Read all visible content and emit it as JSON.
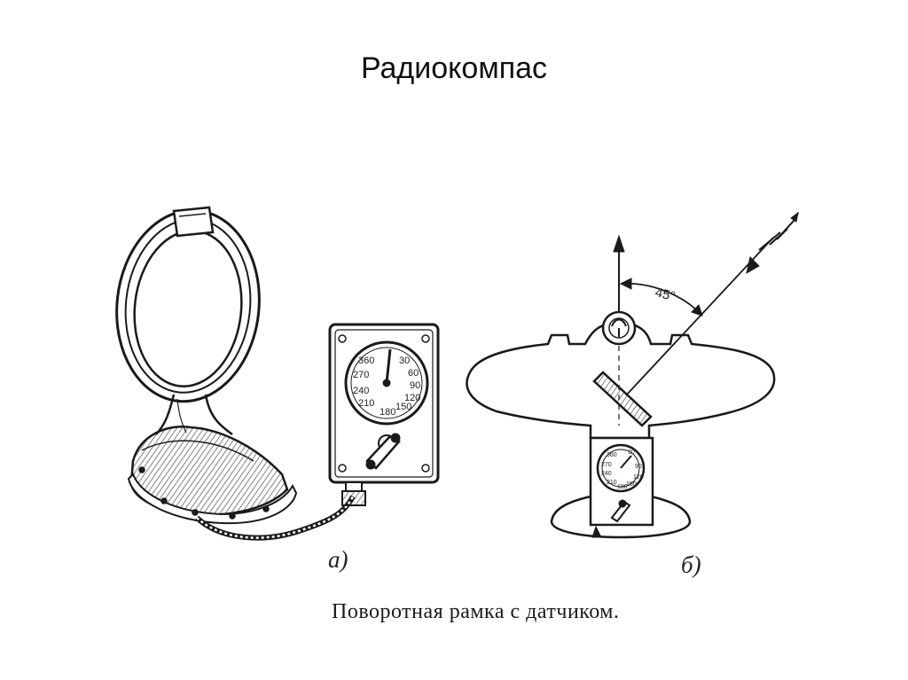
{
  "slide": {
    "title": "Радиокомпас"
  },
  "figure": {
    "caption": "Поворотная рамка с датчиком.",
    "label_a": "а)",
    "label_b": "б)",
    "angle_label": "45°",
    "dial_scale": [
      "360",
      "30",
      "60",
      "270",
      "90",
      "240",
      "120",
      "210",
      "180",
      "150"
    ],
    "small_dial_scale": [
      "360",
      "30",
      "270",
      "90",
      "240",
      "120",
      "210",
      "180",
      "150"
    ]
  }
}
